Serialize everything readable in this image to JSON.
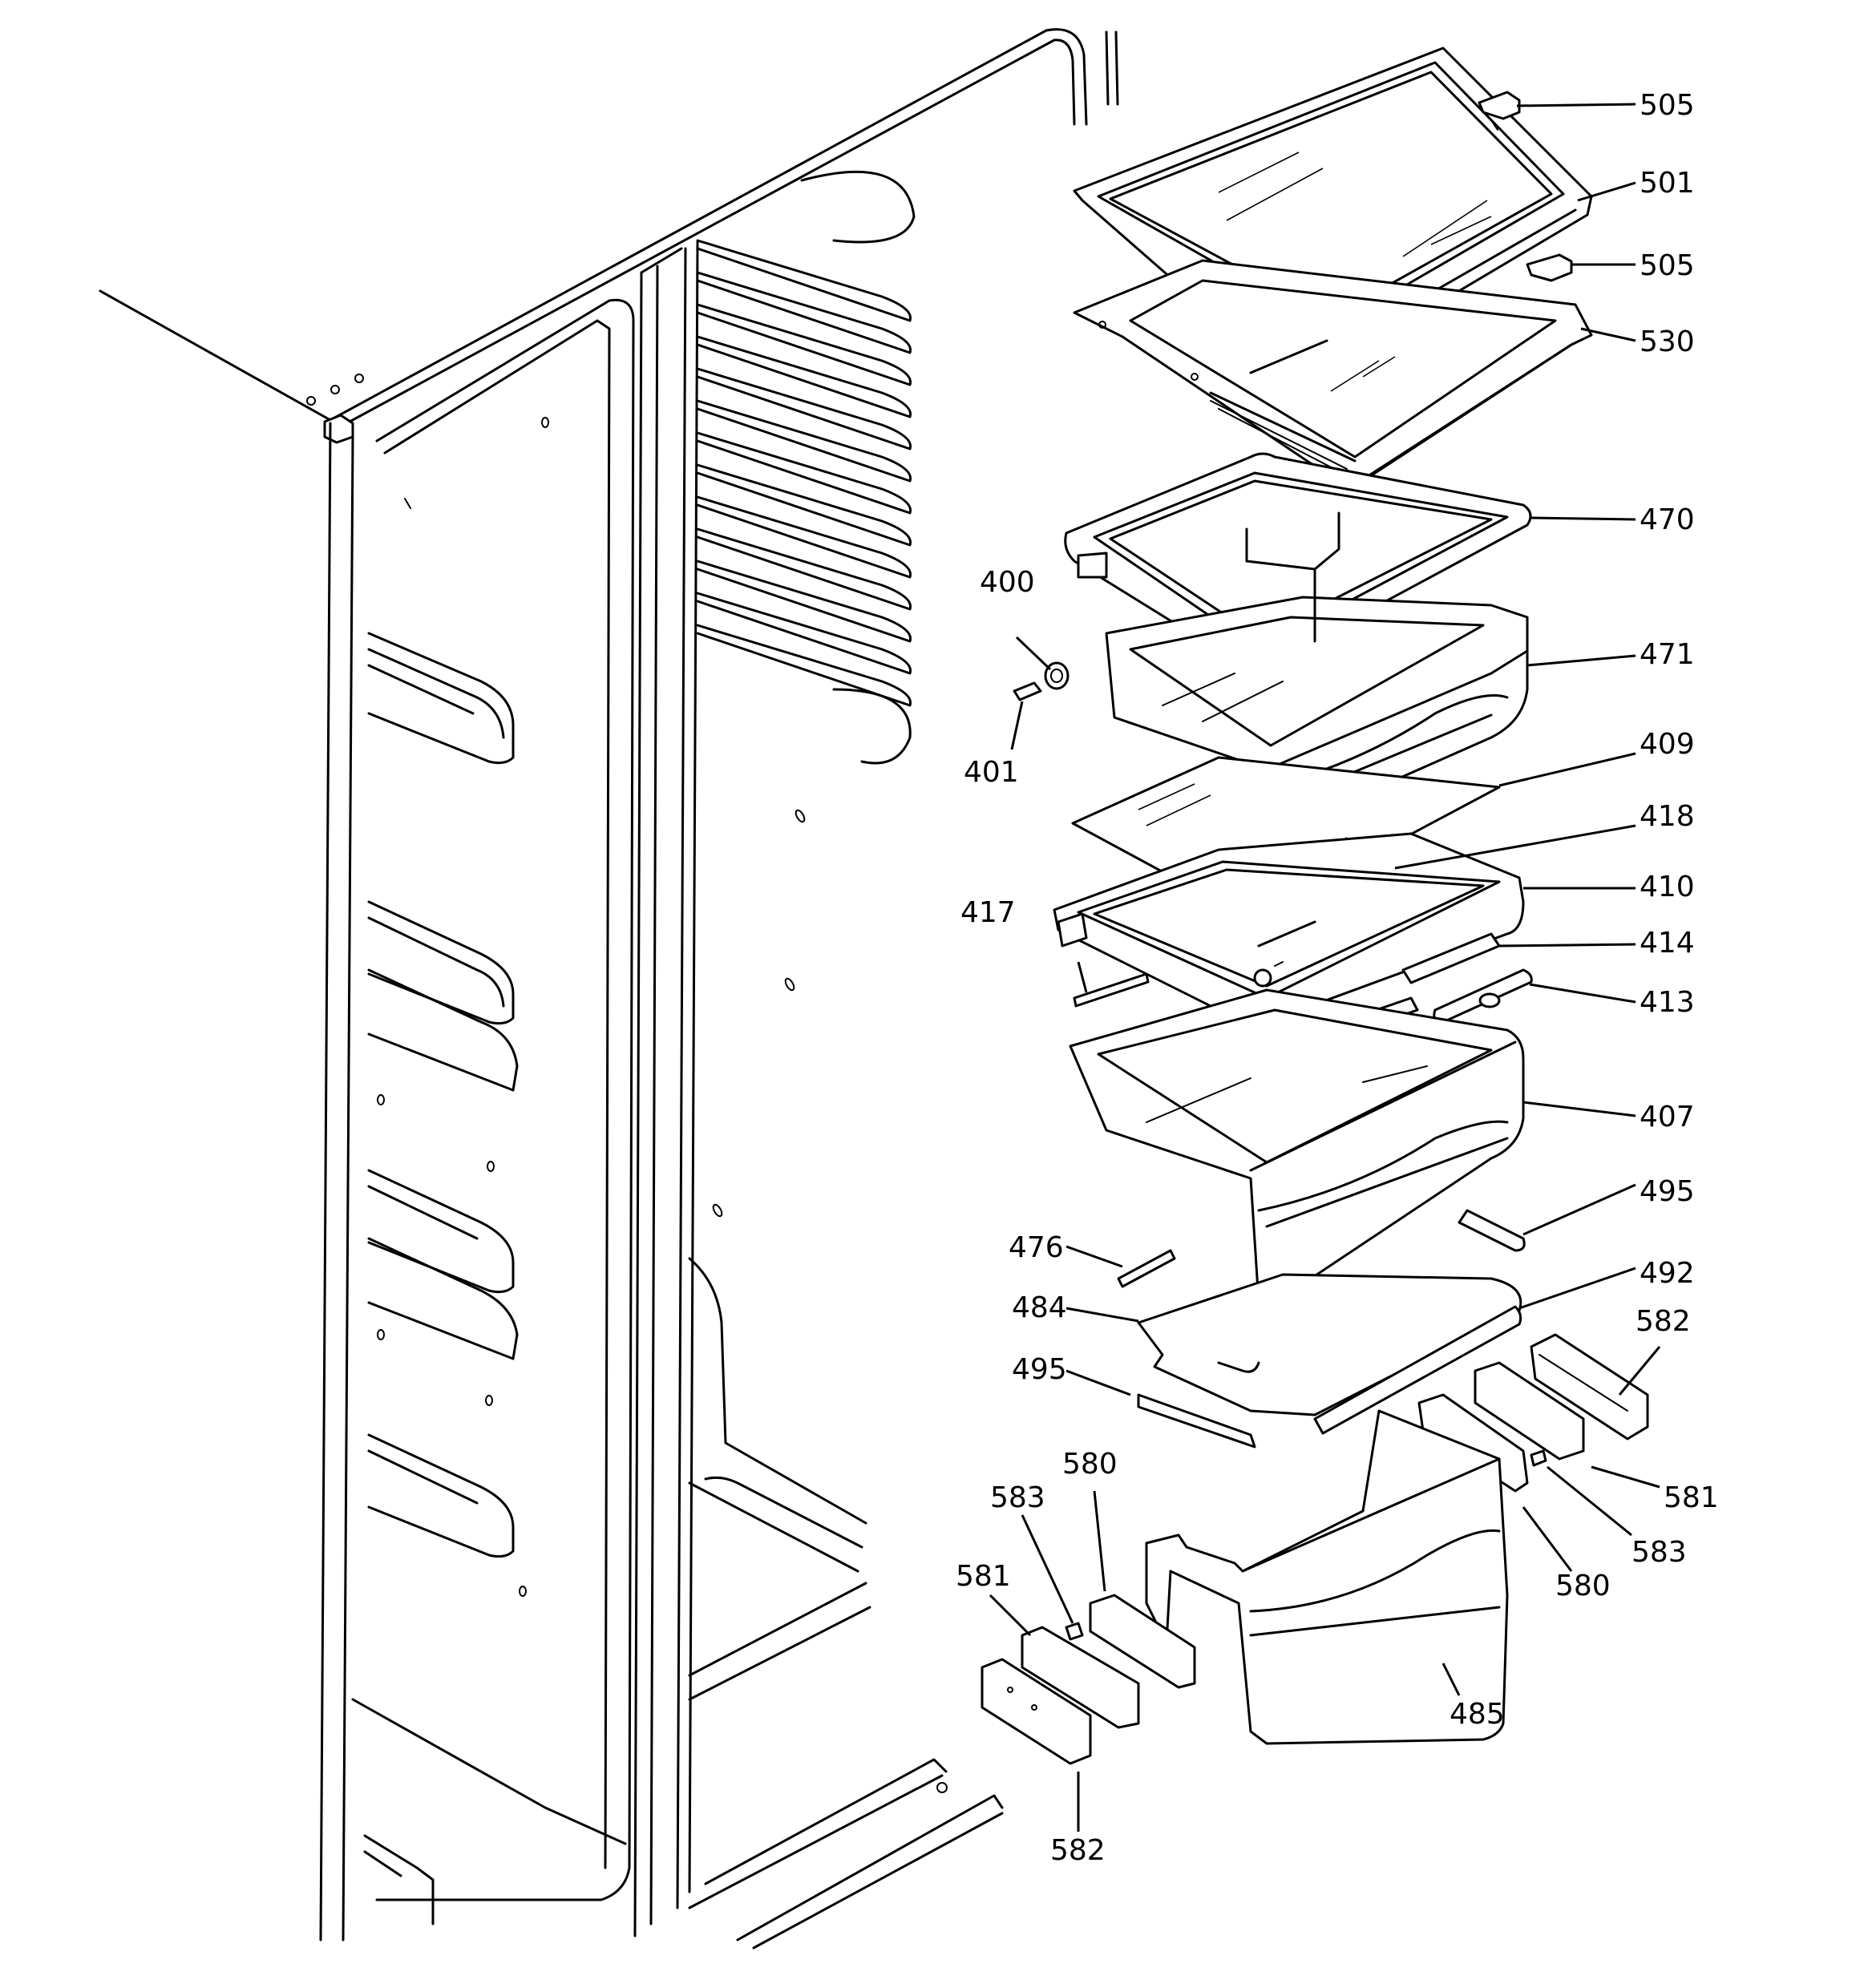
{
  "diagram": {
    "parts": [
      {
        "id": "p505a",
        "label": "505"
      },
      {
        "id": "p501",
        "label": "501"
      },
      {
        "id": "p505b",
        "label": "505"
      },
      {
        "id": "p530",
        "label": "530"
      },
      {
        "id": "p470",
        "label": "470"
      },
      {
        "id": "p471",
        "label": "471"
      },
      {
        "id": "p400",
        "label": "400"
      },
      {
        "id": "p401",
        "label": "401"
      },
      {
        "id": "p409",
        "label": "409"
      },
      {
        "id": "p418",
        "label": "418"
      },
      {
        "id": "p410",
        "label": "410"
      },
      {
        "id": "p417",
        "label": "417"
      },
      {
        "id": "p414",
        "label": "414"
      },
      {
        "id": "p413",
        "label": "413"
      },
      {
        "id": "p407",
        "label": "407"
      },
      {
        "id": "p495a",
        "label": "495"
      },
      {
        "id": "p476",
        "label": "476"
      },
      {
        "id": "p492",
        "label": "492"
      },
      {
        "id": "p484",
        "label": "484"
      },
      {
        "id": "p582a",
        "label": "582"
      },
      {
        "id": "p495b",
        "label": "495"
      },
      {
        "id": "p580a",
        "label": "580"
      },
      {
        "id": "p581a",
        "label": "581"
      },
      {
        "id": "p583a",
        "label": "583"
      },
      {
        "id": "p583b",
        "label": "583"
      },
      {
        "id": "p581b",
        "label": "581"
      },
      {
        "id": "p580b",
        "label": "580"
      },
      {
        "id": "p485",
        "label": "485"
      },
      {
        "id": "p582b",
        "label": "582"
      }
    ]
  }
}
